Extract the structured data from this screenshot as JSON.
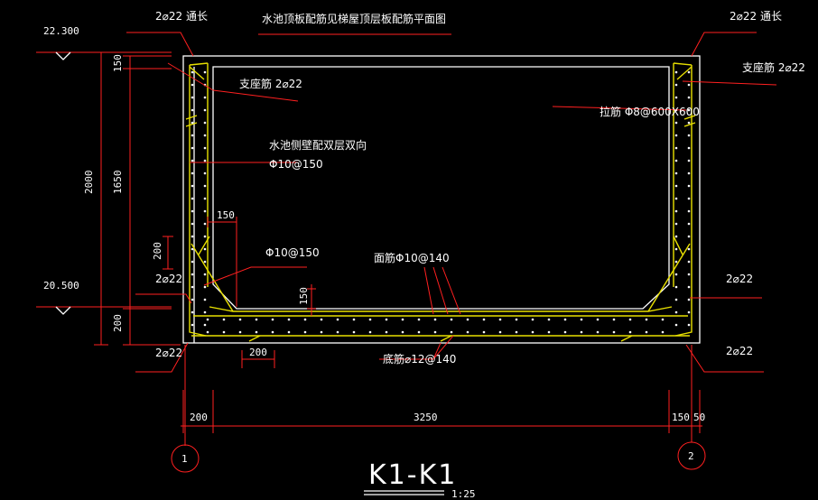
{
  "labels": {
    "top_note": "水池顶板配筋见梯屋顶层板配筋平面图",
    "rebar_top_left": "2⌀22 通长",
    "rebar_top_right": "2⌀22 通长",
    "support_left": "支座筋 2⌀22",
    "support_right": "支座筋 2⌀22",
    "tie_bar": "拉筋 Φ8@600X600",
    "wall_note_1": "水池侧壁配双层双向",
    "wall_note_2": "Φ10@150",
    "haunch_bar": "Φ10@150",
    "face_bar": "面筋Φ10@140",
    "bottom_bar": "底筋⌀12@140",
    "rebar_mid_left": "2⌀22",
    "rebar_bot_left": "2⌀22",
    "rebar_mid_right": "2⌀22",
    "rebar_bot_right": "2⌀22"
  },
  "levels": {
    "top": "22.300",
    "bottom": "20.500"
  },
  "dimensions": {
    "v_top": "150",
    "v_mid": "1650",
    "v_bot": "200",
    "v_total": "2000",
    "haunch_h": "200",
    "haunch_w": "150",
    "slab_150": "150",
    "bottom_200": "200",
    "h_left": "200",
    "h_span": "3250",
    "h_right_1": "150",
    "h_right_2": "50"
  },
  "axes": {
    "left": "1",
    "right": "2"
  },
  "section": {
    "name": "K1-K1",
    "scale": "1:25"
  },
  "colors": {
    "background": "#000000",
    "dimension": "#ff2020",
    "concrete": "#ffffff",
    "rebar": "#e8e000",
    "text": "#ffffff"
  }
}
